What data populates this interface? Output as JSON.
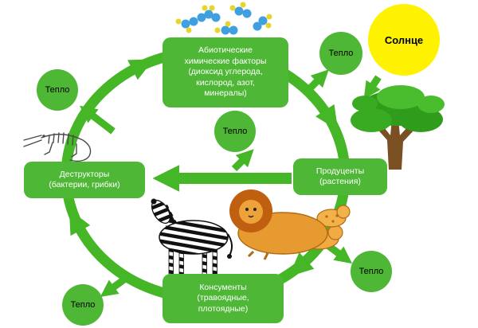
{
  "colors": {
    "green": "#45b626",
    "node_green": "#4eb736",
    "sun_yellow": "#fef200",
    "text_on_node": "#ffffff",
    "text_on_heat": "#000000"
  },
  "sun": {
    "label": "Солнце"
  },
  "heat_label": "Тепло",
  "nodes": {
    "abiotic": {
      "label": "Абиотические\nхимические факторы\n(диоксид углерода,\nкислород, азот,\nминералы)"
    },
    "producers": {
      "label": "Продуценты\n(растения)"
    },
    "decomposers": {
      "label": "Деструкторы\n(бактерии, грибки)"
    },
    "consumers": {
      "label": "Консументы\n(травоядные,\nплотоядные)"
    }
  },
  "edges": [
    {
      "from": "abiotic",
      "to": "producers"
    },
    {
      "from": "producers",
      "to": "consumers"
    },
    {
      "from": "consumers",
      "to": "decomposers"
    },
    {
      "from": "decomposers",
      "to": "abiotic"
    },
    {
      "from": "producers",
      "to": "decomposers"
    },
    {
      "from": "sun",
      "to": "producers"
    },
    {
      "from": "cycle",
      "to": "heat-top-right"
    },
    {
      "from": "cycle",
      "to": "heat-left"
    },
    {
      "from": "cycle",
      "to": "heat-center"
    },
    {
      "from": "cycle",
      "to": "heat-bottom-right"
    },
    {
      "from": "cycle",
      "to": "heat-bottom-left"
    }
  ],
  "icons": {
    "molecules": "molecule-clusters",
    "tree": "tree",
    "crocodile": "crocodile-skeleton",
    "zebra": "zebra",
    "lions": "lion-with-cubs"
  }
}
